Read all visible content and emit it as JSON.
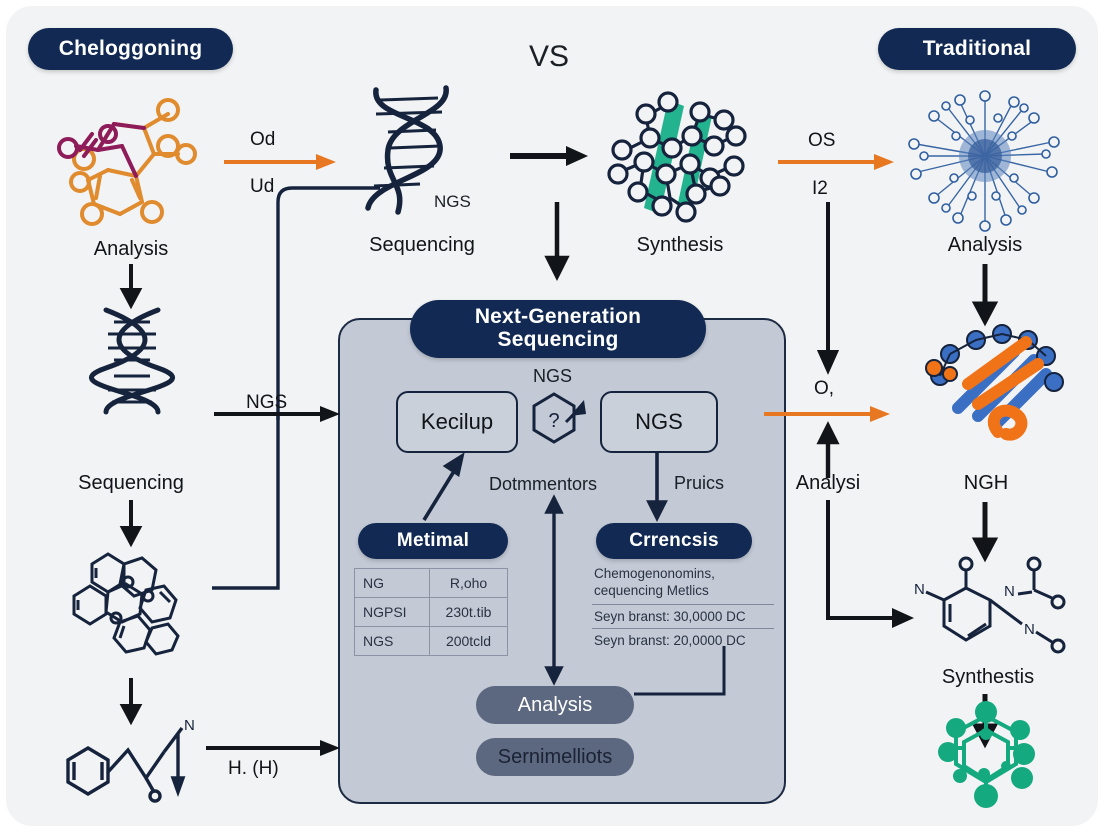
{
  "canvas": {
    "bg": "#f2f3f4",
    "accent_orange": "#e87722",
    "navy": "#122a53",
    "panel_bg": "#c3cad6",
    "slate": "#5c6780",
    "teal": "#18b08a"
  },
  "header": {
    "left_badge": "Cheloggoning",
    "center_vs": "VS",
    "right_badge": "Traditional"
  },
  "left_column": {
    "icon_molecule": "organic-molecule-icon",
    "step1_label": "Analysis",
    "icon_dna": "dna-helix-icon",
    "step2_label": "Sequencing",
    "icon_polycyclic": "polycyclic-molecule-icon",
    "icon_chain": "chain-molecule-icon",
    "chain_atom": "N"
  },
  "top_flow": {
    "arrow1_top_label": "Od",
    "arrow1_bottom_label": "Ud",
    "seq_icon": "dna-helix-icon",
    "seq_icon_label": "NGS",
    "seq_label": "Sequencing",
    "synth_icon": "polymer-network-icon",
    "synth_label": "Synthesis",
    "arrow2_top_label": "OS",
    "arrow2_bottom_label": "I2",
    "analysis_icon": "dendrimer-burst-icon",
    "analysis_label": "Analysis"
  },
  "right_column": {
    "protein_icon": "protein-ribbon-icon",
    "protein_label": "NGH",
    "synth_icon": "aromatic-molecule-icon",
    "synth_label": "Synthestis",
    "final_icon": "hexagon-network-icon",
    "mid_label_top": "O,",
    "mid_label_bottom": "Analysi"
  },
  "left_arrows": {
    "ngs_label": "NGS",
    "h_label": "H. (H)"
  },
  "panel": {
    "title_line1": "Next-Generation",
    "title_line2": "Sequencing",
    "hex_label": "NGS",
    "hex_glyph": "?",
    "card_left": "Kecilup",
    "card_right": "NGS",
    "mid_label": "Dotmmentors",
    "right_arrow_label": "Pruics",
    "left_table": {
      "title": "Metimal",
      "rows": [
        {
          "k": "NG",
          "v": "R,oho"
        },
        {
          "k": "NGPSI",
          "v": "230t.tib"
        },
        {
          "k": "NGS",
          "v": "200tcld"
        }
      ]
    },
    "right_table": {
      "title": "Crrencsis",
      "head_line1": "Chemogenonomins,",
      "head_line2": "cequencing Metlics",
      "rows": [
        "Seyn branst: 30,0000 DC",
        "Seyn branst: 20,0000 DC"
      ]
    },
    "pill_analysis": "Analysis",
    "pill_semi": "Sernimelliots"
  }
}
